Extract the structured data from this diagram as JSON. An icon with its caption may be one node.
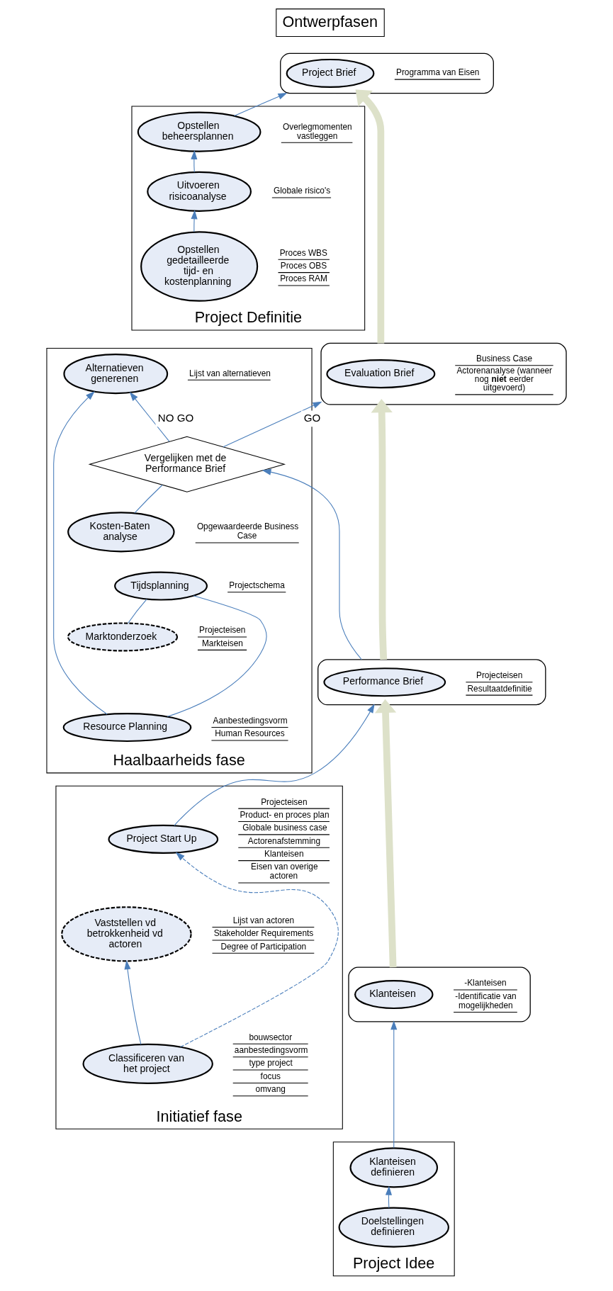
{
  "diagram": {
    "nodes": [
      {
        "text": [
          "Project Idee"
        ]
      },
      {
        "text": [
          "Doelstellingen definieren"
        ],
        "in": 0
      },
      {
        "text": [
          "Klanteisen definieren"
        ],
        "in": 0
      },
      {
        "text": [
          "Initiatief fase"
        ]
      },
      {
        "text": [
          "Classificeren van het project"
        ],
        "in": 3,
        "beside": [
          "bouwsector",
          "aanbestedingsvorm",
          "type project",
          "focus",
          "omvang"
        ]
      },
      {
        "text": [
          "Vaststellen vd betrokkenheid vd actoren"
        ],
        "in": 3,
        "beside": [
          "Lijst van actoren",
          "Stakeholder Requirements",
          "Degree of Participation"
        ]
      },
      {
        "text": [
          "Project Start Up"
        ],
        "in": 3,
        "beside": [
          "Projecteisen",
          "Product- en proces plan",
          "Globale business case",
          "Actorenafstemming",
          "Klanteisen",
          "Eisen van overige actoren"
        ]
      },
      {
        "text": [
          "Haalbaarheids fase"
        ]
      },
      {
        "text": [
          "Resource Planning"
        ],
        "in": 7,
        "beside": [
          "Aanbestedingsvorm",
          "Human Resources"
        ]
      },
      {
        "text": [
          "Marktonderzoek"
        ],
        "in": 7,
        "beside": [
          "Projecteisen",
          "Markteisen"
        ]
      },
      {
        "text": [
          "Tijdsplanning"
        ],
        "in": 7,
        "beside": [
          "Projectschema"
        ]
      },
      {
        "text": [
          "Kosten-Baten analyse"
        ],
        "in": 7,
        "beside": [
          "Opgewaardeerde Business Case"
        ]
      },
      {
        "text": [
          "Vergelijken met de Performance Brief"
        ],
        "in": 7
      },
      {
        "text": [
          "Alternatieven generenen"
        ],
        "in": 7,
        "beside": [
          "Lijst van alternatieven"
        ]
      },
      {
        "text": [
          "Project Definitie"
        ]
      },
      {
        "text": [
          "Opstellen gedetailleerde tijd- en kostenplanning"
        ],
        "in": 14,
        "beside": [
          "Proces WBS",
          "Proces OBS",
          "Proces RAM"
        ]
      },
      {
        "text": [
          "Uitvoeren risicoanalyse"
        ],
        "in": 14,
        "beside": [
          "Globale risico's"
        ]
      },
      {
        "text": [
          "Opstellen beheersplannen"
        ],
        "in": 14,
        "beside": [
          "Overlegmomenten vastleggen"
        ]
      },
      {
        "text": [
          "Ontwerpfasen"
        ]
      },
      {
        "text": [],
        "shape": "cloud",
        "beside": [
          "-Klanteisen",
          "-Identificatie van mogelijkheden"
        ]
      },
      {
        "text": [
          "Klanteisen"
        ],
        "in": 19
      },
      {
        "text": [],
        "shape": "cloud",
        "beside": [
          "Projecteisen",
          "Resultaatdefinitie"
        ]
      },
      {
        "text": [
          "Performance Brief"
        ],
        "in": 21
      },
      {
        "text": [],
        "shape": "cloud",
        "beside": [
          "Business Case",
          "Actorenanalyse (wanneer nog **niet** eerder uitgevoerd)"
        ]
      },
      {
        "text": [
          "Evaluation Brief"
        ],
        "in": 23
      },
      {
        "text": [],
        "shape": "cloud",
        "beside": [
          "Programma van Eisen"
        ]
      },
      {
        "text": [
          "Project Brief"
        ],
        "in": 25
      }
    ],
    "edges": [
      {
        "from": 1,
        "to": 2,
        "arrow": "to"
      },
      {
        "from": 2,
        "to": 19,
        "arrow": "to"
      },
      {
        "from": 4,
        "to": 5,
        "arrow": "to"
      },
      {
        "from": 4,
        "to": 6,
        "arrow": "to",
        "style": "dashed"
      },
      {
        "from": 6,
        "to": 21,
        "arrow": "to"
      },
      {
        "from": 21,
        "to": 12,
        "arrow": "to"
      },
      {
        "from": 8,
        "to": 13,
        "arrow": "to"
      },
      {
        "from": 8,
        "to": 10,
        "arrow": "none"
      },
      {
        "from": 9,
        "to": 10,
        "arrow": "none"
      },
      {
        "from": 11,
        "to": 12,
        "arrow": "none"
      },
      {
        "from": 12,
        "to": 13,
        "arrow": "to",
        "label": "NO GO"
      },
      {
        "from": 12,
        "to": 23,
        "arrow": "to",
        "label": "GO"
      },
      {
        "from": 15,
        "to": 16,
        "arrow": "to"
      },
      {
        "from": 16,
        "to": 17,
        "arrow": "to"
      },
      {
        "from": 17,
        "to": 25,
        "arrow": "to"
      },
      {
        "from": 19,
        "to": 21,
        "arrow": "to",
        "style": "thick",
        "color": "#dde1c9"
      },
      {
        "from": 21,
        "to": 23,
        "arrow": "to",
        "style": "thick",
        "color": "#dde1c9"
      },
      {
        "from": 23,
        "to": 25,
        "arrow": "to",
        "style": "thick",
        "color": "#dde1c9"
      }
    ]
  }
}
